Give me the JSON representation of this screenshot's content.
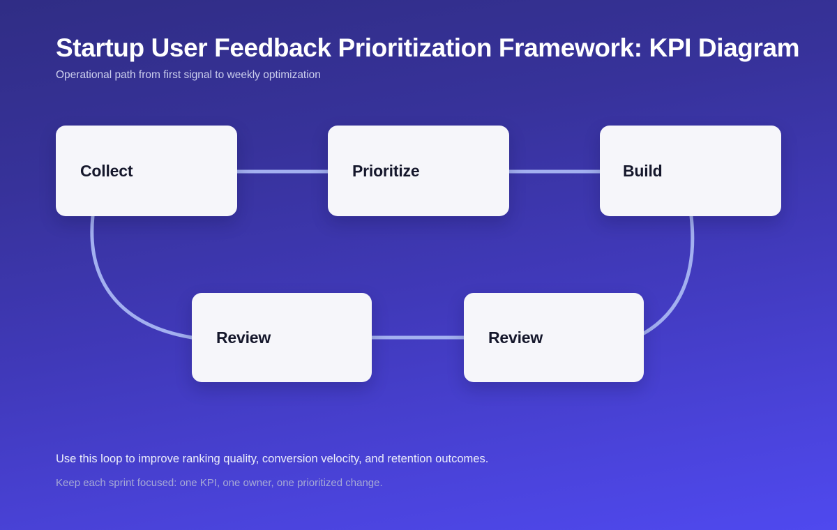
{
  "header": {
    "title": "Startup User Feedback Prioritization Framework: KPI Diagram",
    "subtitle": "Operational path from first signal to weekly optimization"
  },
  "diagram": {
    "type": "flowchart-loop",
    "accent_edge_color": "#a3b0f0",
    "node_fill_color": "#f6f6fa",
    "node_text_color": "#15172b",
    "background_from": "#302d85",
    "background_to": "#4f49ef",
    "nodes": [
      {
        "id": "collect",
        "label": "Collect"
      },
      {
        "id": "prioritize",
        "label": "Prioritize"
      },
      {
        "id": "build",
        "label": "Build"
      },
      {
        "id": "review-1",
        "label": "Review"
      },
      {
        "id": "review-2",
        "label": "Review"
      }
    ],
    "edges": [
      {
        "from": "collect",
        "to": "prioritize",
        "style": "straight"
      },
      {
        "from": "prioritize",
        "to": "build",
        "style": "straight"
      },
      {
        "from": "build",
        "to": "review-2",
        "style": "curve"
      },
      {
        "from": "review-1",
        "to": "review-2",
        "style": "straight"
      },
      {
        "from": "collect",
        "to": "review-1",
        "style": "curve"
      }
    ]
  },
  "footer": {
    "primary": "Use this loop to improve ranking quality, conversion velocity, and retention outcomes.",
    "secondary": "Keep each sprint focused: one KPI, one owner, one prioritized change."
  }
}
